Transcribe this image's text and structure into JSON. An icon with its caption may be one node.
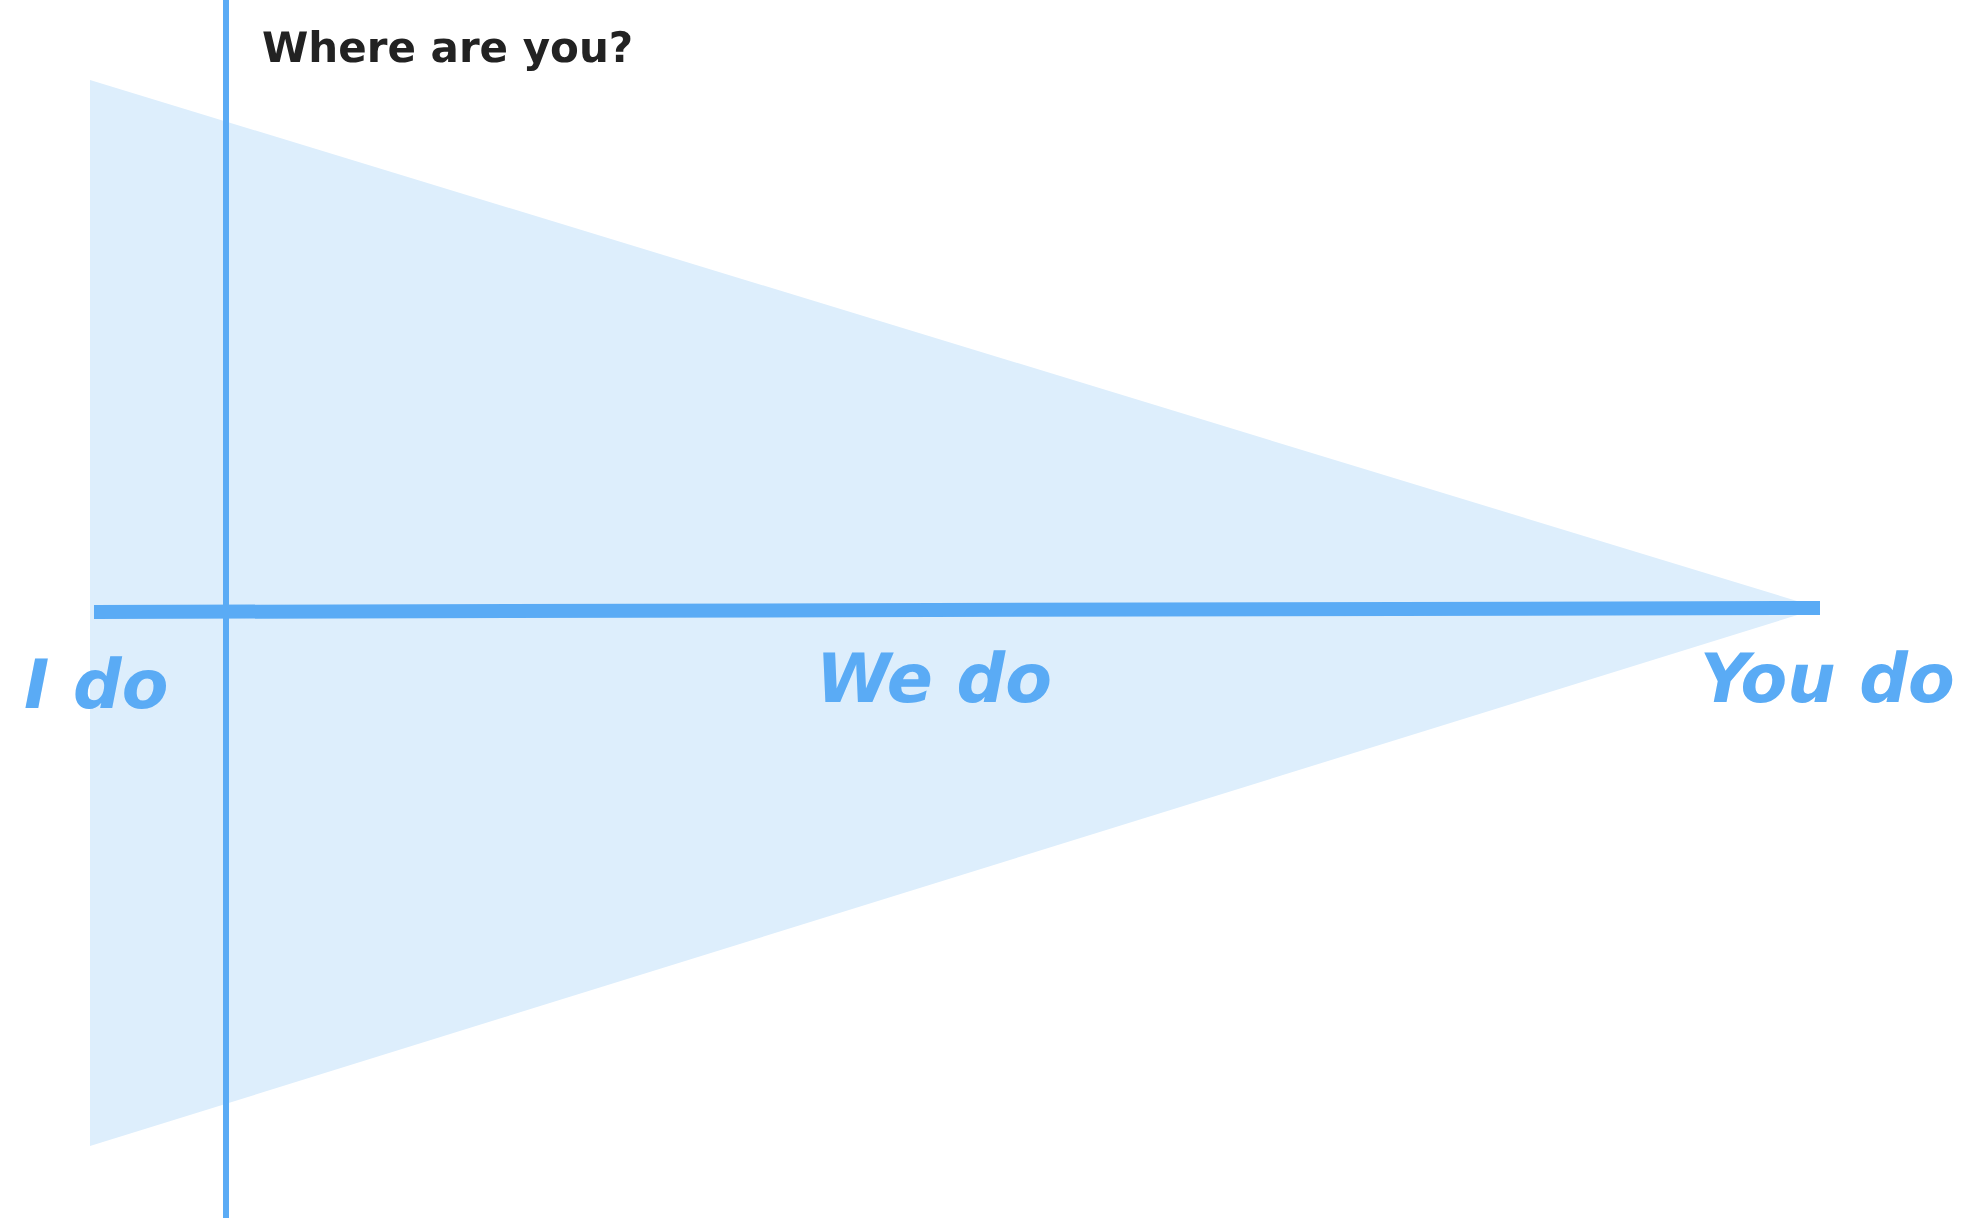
{
  "diagram": {
    "labels": [
      "Where are you?",
      "I do",
      "We do",
      "You do"
    ]
  }
}
